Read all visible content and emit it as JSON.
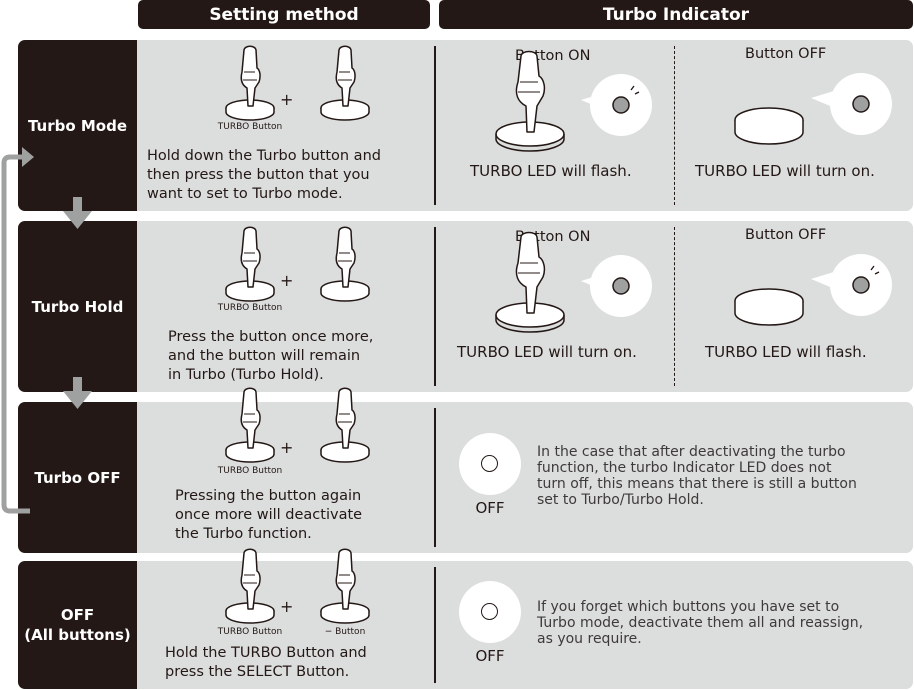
{
  "headers": {
    "setting_method": "Setting method",
    "turbo_indicator": "Turbo Indicator"
  },
  "labels": {
    "turbo_button": "TURBO Button",
    "minus_button": "− Button",
    "plus": "+",
    "button_on": "Button ON",
    "button_off": "Button OFF",
    "off": "OFF"
  },
  "rows": [
    {
      "title": "Turbo Mode",
      "setting": [
        "Hold down the Turbo button and",
        "then press the button that you",
        "want to set to Turbo mode."
      ],
      "led_on": "TURBO LED will flash.",
      "led_off": "TURBO LED will turn on."
    },
    {
      "title": "Turbo Hold",
      "setting": [
        "Press the button once more,",
        "and the button will remain",
        "in Turbo (Turbo Hold)."
      ],
      "led_on": "TURBO LED will turn on.",
      "led_off": "TURBO LED will flash."
    },
    {
      "title": "Turbo OFF",
      "setting": [
        "Pressing the button again",
        "once more will deactivate",
        "the Turbo function."
      ],
      "note": [
        "In the case that after deactivating the turbo",
        "function, the turbo Indicator LED does not",
        "turn off, this means that there is still a button",
        "set to Turbo/Turbo Hold."
      ]
    },
    {
      "title_lines": [
        "OFF",
        "(All buttons)"
      ],
      "setting": [
        "Hold the TURBO Button and",
        "press the SELECT Button."
      ],
      "note": [
        "If you forget which buttons you have set to",
        "Turbo mode, deactivate them all and reassign,",
        "as you require."
      ]
    }
  ]
}
